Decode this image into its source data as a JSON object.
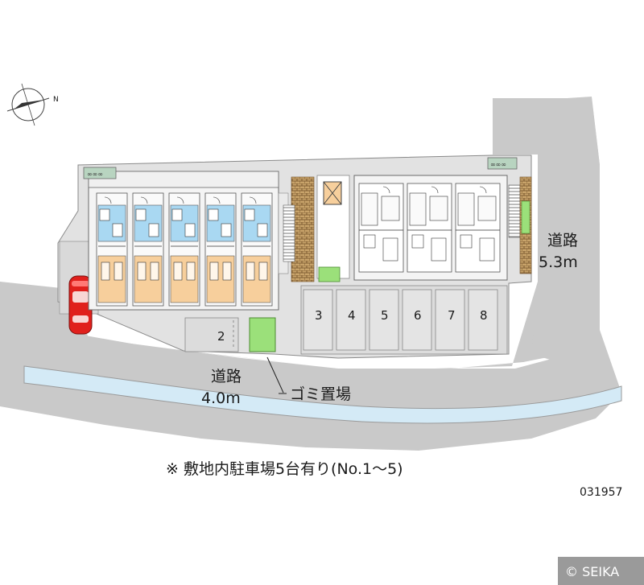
{
  "road_east": {
    "line1": "道路",
    "line2": "5.3m"
  },
  "road_south": {
    "line1": "道路",
    "line2": "4.0m"
  },
  "garbage_label": "ゴミ置場",
  "parking_numbers": {
    "n2": "2",
    "n3": "3",
    "n4": "4",
    "n5": "5",
    "n6": "6",
    "n7": "7",
    "n8": "8"
  },
  "note": "※ 敷地内駐車場5台有り(No.1〜5)",
  "code": "031957",
  "copyright": "© SEIKA",
  "compass_letter": "N",
  "colors": {
    "road": "#c9c9c9",
    "site": "#e2e2e2",
    "building": "#f4f4f4",
    "room_floor": "#f7cf9c",
    "bath": "#a9d8f2",
    "green": "#9be07a",
    "water": "#d4eaf6",
    "car": "#e0201c",
    "brick": "#7a5a35"
  }
}
